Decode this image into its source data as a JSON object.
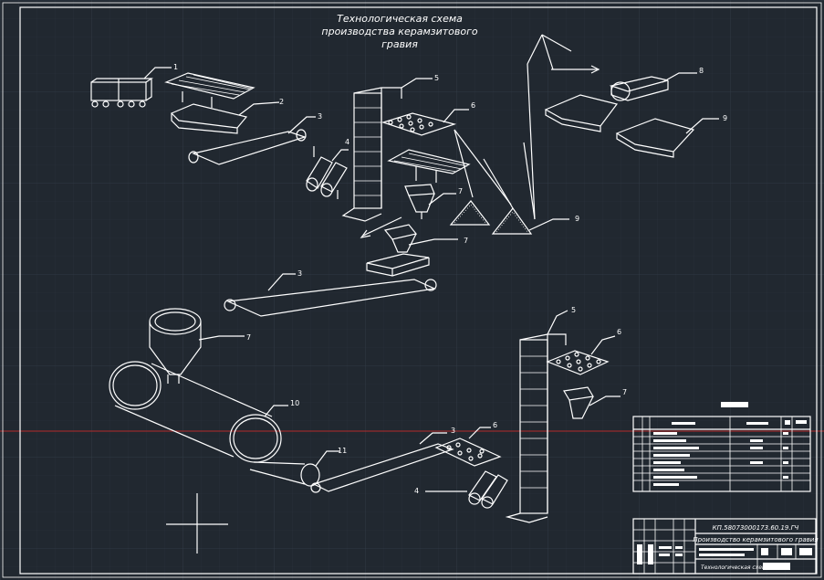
{
  "title": {
    "line1": "Технологическая схема",
    "line2": "производства керамзитового",
    "line3": "гравия"
  },
  "labels": {
    "l1": "1",
    "l2": "2",
    "l3a": "3",
    "l4a": "4",
    "l5a": "5",
    "l6a": "6",
    "l7a": "7",
    "l7b": "7",
    "l8": "8",
    "l9a": "9",
    "l9b": "9",
    "l3b": "3",
    "l7c": "7",
    "l10": "10",
    "l11": "11",
    "l3c": "3",
    "l6b": "6",
    "l4b": "4",
    "l5b": "5",
    "l6c": "6",
    "l7d": "7"
  },
  "stamp": {
    "code": "КП.58073000173.60.19.ГЧ",
    "name": "Производство керамзитового гравия",
    "sheet": "Технологическая схема"
  },
  "colors": {
    "background": "#212830",
    "lines": "#ffffff",
    "grid": "#2d3640",
    "axis_red": "#b52a2a"
  }
}
